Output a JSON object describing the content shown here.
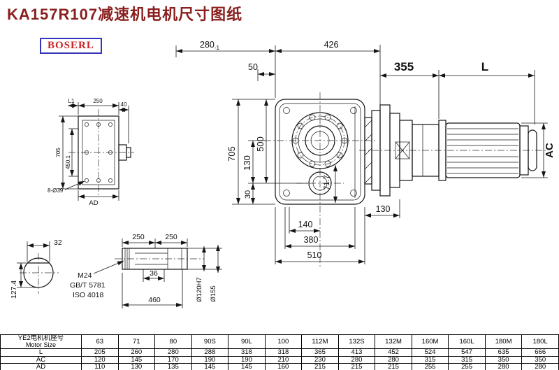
{
  "page": {
    "title": "KA157R107减速机电机尺寸图纸",
    "logo": "BOSERL"
  },
  "drawing": {
    "top": {
      "d280": "280",
      "d280_tol": "-1",
      "d426": "426",
      "d50": "50",
      "d355": "355",
      "dL": "L"
    },
    "front": {
      "d705": "705",
      "d500": "500",
      "d130": "130",
      "d30": "30",
      "d71_7": "71.7",
      "d140": "140",
      "d380": "380",
      "d510": "510",
      "d130r": "130"
    },
    "side": {
      "dAC": "AC"
    },
    "flange": {
      "dL1": "L1",
      "d250": "250",
      "d40": "40",
      "d705": "705",
      "d450_1": "450.1",
      "holes": "8-Ø39",
      "dAD": "AD"
    },
    "shaft_end": {
      "d32": "32",
      "d127_4": "127.4"
    },
    "shaft": {
      "d250a": "250",
      "d250b": "250",
      "thread": "M24",
      "std1": "GB/T 5781",
      "std2": "ISO 4018",
      "d36": "36",
      "d460": "460",
      "d120": "Ø120H7",
      "d155": "Ø155"
    }
  },
  "table": {
    "header_cn": "YE2电机机座号",
    "header_en": "Motor Size",
    "sizes": [
      "63",
      "71",
      "80",
      "90S",
      "90L",
      "100",
      "112M",
      "132S",
      "132M",
      "160M",
      "160L",
      "180M",
      "180L"
    ],
    "rows": [
      {
        "label": "L",
        "values": [
          "205",
          "260",
          "280",
          "288",
          "318",
          "318",
          "365",
          "413",
          "452",
          "524",
          "547",
          "635",
          "666"
        ]
      },
      {
        "label": "AC",
        "values": [
          "120",
          "145",
          "170",
          "190",
          "190",
          "210",
          "230",
          "280",
          "280",
          "315",
          "315",
          "350",
          "350"
        ]
      },
      {
        "label": "AD",
        "values": [
          "110",
          "130",
          "135",
          "145",
          "145",
          "160",
          "215",
          "215",
          "215",
          "255",
          "255",
          "280",
          "280"
        ]
      }
    ]
  }
}
